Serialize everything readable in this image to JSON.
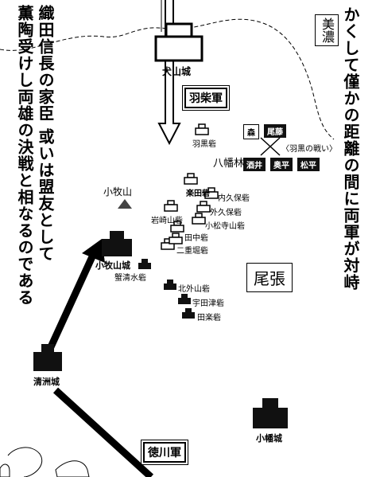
{
  "narration": {
    "left": [
      "織田信長の家臣 或いは盟友として",
      "薫陶受けし両雄の決戦と相なるのである"
    ],
    "right": [
      "かくして僅かの距離の間に両軍が対峙"
    ]
  },
  "regions": {
    "mino": "美濃",
    "owari": "尾張"
  },
  "armies": {
    "hashiba": "羽柴軍",
    "tokugawa": "徳川軍"
  },
  "mountains": {
    "komakiyama": "小牧山",
    "hachimanbayashi": "八幡林"
  },
  "castles": {
    "inuyama": "犬山城",
    "komakiyama": "小牧山城",
    "kiyosu": "清洲城",
    "obata": "小幡城"
  },
  "hashiba_forts": [
    "羽黒砦",
    "楽田砦",
    "内久保砦",
    "外久保砦",
    "小松寺山砦",
    "岩崎山砦",
    "田中砦",
    "二重堀砦"
  ],
  "tokugawa_forts": [
    "蟹清水砦",
    "北外山砦",
    "宇田津砦",
    "田楽砦"
  ],
  "haguro_battle": {
    "label": "〈羽黒の戦い〉",
    "top": [
      "森",
      "尾藤"
    ],
    "bottom": [
      "酒井",
      "奥平",
      "松平"
    ]
  },
  "colors": {
    "ink": "#000000",
    "tag_dark": "#111111",
    "paper": "#ffffff"
  }
}
